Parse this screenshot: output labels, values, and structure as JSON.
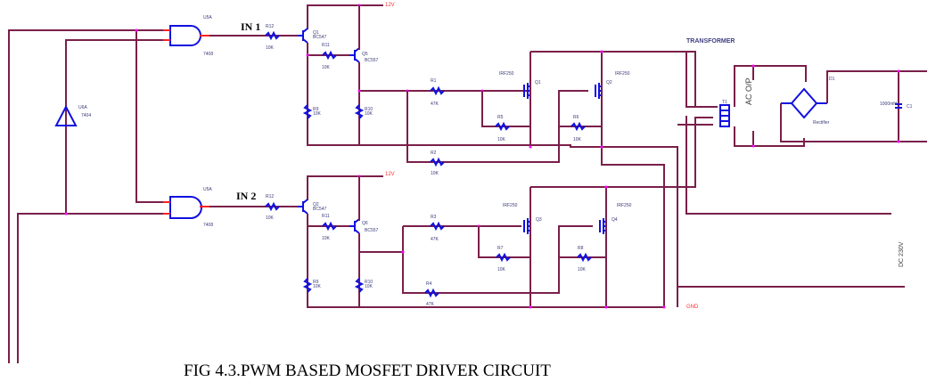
{
  "caption": "FIG 4.3.PWM BASED MOSFET DRIVER CIRCUIT",
  "inputs": [
    "IN 1",
    "IN 2"
  ],
  "transformer_label": "TRANSFORMER",
  "ac_out_label": "AC O/P",
  "dc_out_label": "DC 230V",
  "supply_label": "12V",
  "ground_label": "GND",
  "gates": {
    "ref": "U5A",
    "part": "7408",
    "inverter_ref": "U6A",
    "inverter_part": "7404"
  },
  "stage1": {
    "q_npn": {
      "ref": "Q1",
      "part": "BC547"
    },
    "q_pnp": {
      "ref": "Q5",
      "part": "BC557"
    },
    "r_base": {
      "ref": "R12",
      "value": "10K"
    },
    "r_bridge": {
      "ref": "R11",
      "value": "10K"
    },
    "r_pull1": {
      "ref": "R9",
      "value": "10K"
    },
    "r_pull2": {
      "ref": "R10",
      "value": "10K"
    },
    "r_gate": {
      "ref": "R1",
      "value": "47K"
    },
    "r_cross": {
      "ref": "R2",
      "value": "10K"
    },
    "r_gs1": {
      "ref": "R5",
      "value": "10K"
    },
    "r_gs2": {
      "ref": "R6",
      "value": "10K"
    },
    "mosfet1": {
      "ref": "Q1",
      "part": "IRF250"
    },
    "mosfet2": {
      "ref": "Q2",
      "part": "IRF250"
    }
  },
  "stage2": {
    "q_npn": {
      "ref": "Q2",
      "part": "BC547"
    },
    "q_pnp": {
      "ref": "Q6",
      "part": "BC557"
    },
    "r_base": {
      "ref": "R12",
      "value": "10K"
    },
    "r_bridge": {
      "ref": "R11",
      "value": "10K"
    },
    "r_pull1": {
      "ref": "R9",
      "value": "10K"
    },
    "r_pull2": {
      "ref": "R10",
      "value": "10K"
    },
    "r_gate": {
      "ref": "R3",
      "value": "47K"
    },
    "r_cross": {
      "ref": "R4",
      "value": "47K"
    },
    "r_gs1": {
      "ref": "R7",
      "value": "10K"
    },
    "r_gs2": {
      "ref": "R8",
      "value": "10K"
    },
    "mosfet1": {
      "ref": "Q3",
      "part": "IRF250"
    },
    "mosfet2": {
      "ref": "Q4",
      "part": "IRF250"
    }
  },
  "output": {
    "transformer_ref": "T1",
    "rectifier_ref": "D1",
    "rectifier_part": "Rectifier",
    "cap_ref": "C1",
    "cap_value": "1000mfd"
  }
}
